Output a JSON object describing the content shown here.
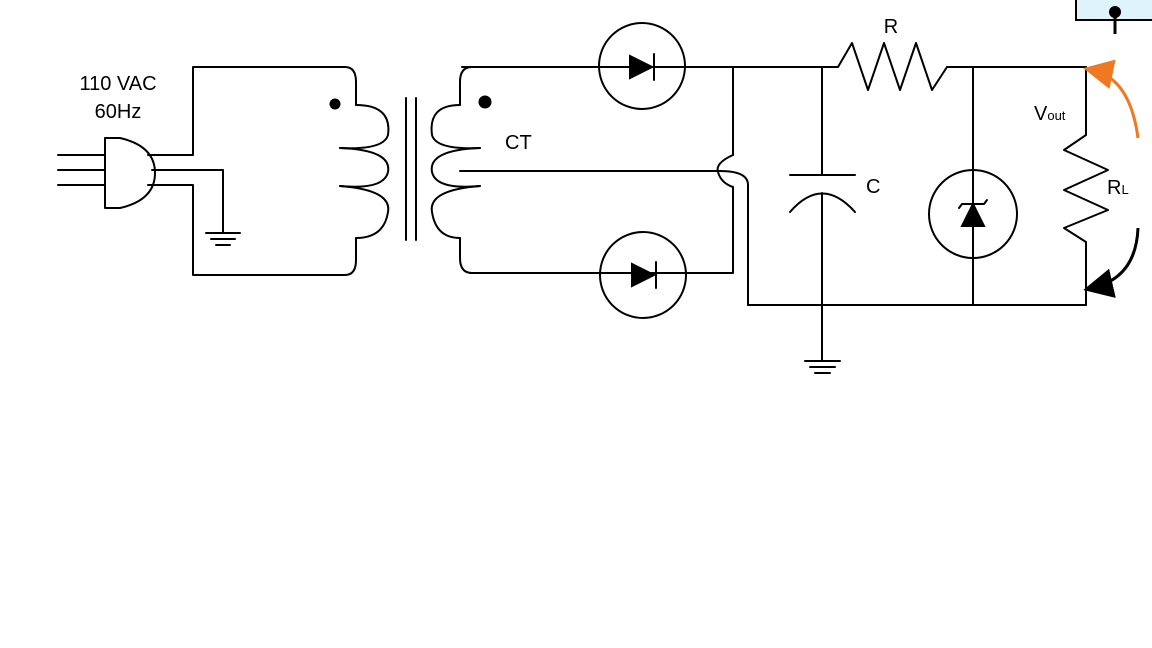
{
  "source": {
    "voltage": "110 VAC",
    "frequency": "60Hz"
  },
  "transformer": {
    "label": "CT"
  },
  "filter": {
    "resistor": "R",
    "capacitor": "C"
  },
  "output": {
    "vout_main": "V",
    "vout_sub": "out",
    "load_main": "R",
    "load_sub": "L"
  },
  "colors": {
    "wire": "#000000",
    "arrow_top": "#f07820",
    "arrow_bottom": "#000000",
    "corner_box": "#dff3fb"
  },
  "icons": [
    "ac-plug-icon",
    "ground-icon",
    "transformer-icon",
    "diode-icon",
    "zener-diode-icon",
    "capacitor-icon",
    "resistor-icon",
    "probe-icon"
  ]
}
